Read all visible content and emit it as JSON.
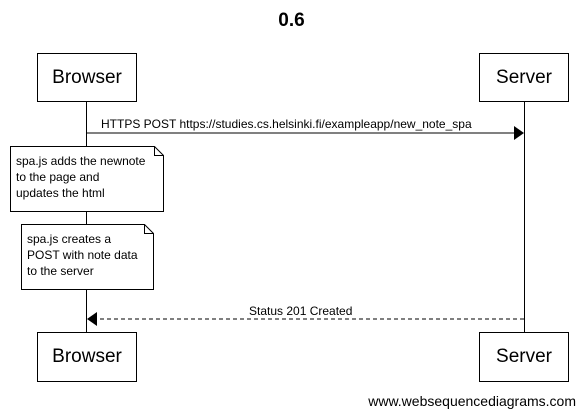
{
  "diagram": {
    "title": "0.6",
    "participants": {
      "browser": "Browser",
      "server": "Server"
    },
    "messages": [
      {
        "from": "Browser",
        "to": "Server",
        "label": "HTTPS POST https://studies.cs.helsinki.fi/exampleapp/new_note_spa",
        "style": "solid"
      },
      {
        "from": "Server",
        "to": "Browser",
        "label": "Status 201 Created",
        "style": "dashed"
      }
    ],
    "notes": [
      {
        "text": "spa.js adds the newnote\nto the page and\nupdates the html"
      },
      {
        "text": "spa.js creates a\nPOST with note data\nto the server"
      }
    ],
    "footer": "www.websequencediagrams.com"
  }
}
